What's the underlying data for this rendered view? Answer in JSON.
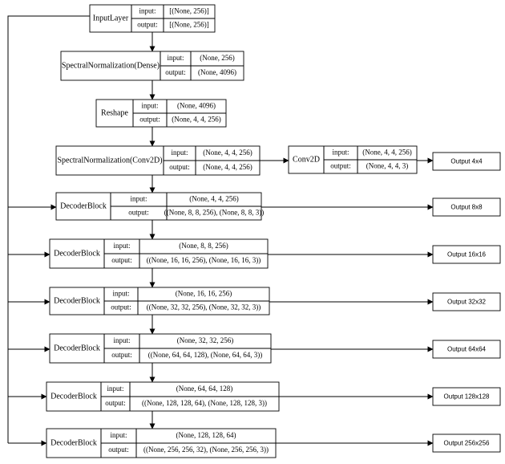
{
  "layers": [
    {
      "name": "InputLayer",
      "input": "[(None, 256)]",
      "output": "[(None, 256)]"
    },
    {
      "name": "SpectralNormalization(Dense)",
      "input": "(None, 256)",
      "output": "(None, 4096)"
    },
    {
      "name": "Reshape",
      "input": "(None, 4096)",
      "output": "(None, 4, 4, 256)"
    },
    {
      "name": "SpectralNormalization(Conv2D)",
      "input": "(None, 4, 4, 256)",
      "output": "(None, 4, 4, 256)"
    },
    {
      "name": "Conv2D",
      "input": "(None, 4, 4, 256)",
      "output": "(None, 4, 4, 3)"
    },
    {
      "name": "DecoderBlock",
      "input": "(None, 4, 4, 256)",
      "output": "((None, 8, 8, 256), (None, 8, 8, 3))"
    },
    {
      "name": "DecoderBlock",
      "input": "(None, 8, 8, 256)",
      "output": "((None, 16, 16, 256), (None, 16, 16, 3))"
    },
    {
      "name": "DecoderBlock",
      "input": "(None, 16, 16, 256)",
      "output": "((None, 32, 32, 256), (None, 32, 32, 3))"
    },
    {
      "name": "DecoderBlock",
      "input": "(None, 32, 32, 256)",
      "output": "((None, 64, 64, 128), (None, 64, 64, 3))"
    },
    {
      "name": "DecoderBlock",
      "input": "(None, 64, 64, 128)",
      "output": "((None, 128, 128, 64), (None, 128, 128, 3))"
    },
    {
      "name": "DecoderBlock",
      "input": "(None, 128, 128, 64)",
      "output": "((None, 256, 256, 32), (None, 256, 256, 3))"
    }
  ],
  "port_labels": {
    "input": "input:",
    "output": "output:"
  },
  "outputs": [
    "Output 4x4",
    "Output 8x8",
    "Output 16x16",
    "Output 32x32",
    "Output 64x64",
    "Output 128x128",
    "Output 256x256"
  ]
}
